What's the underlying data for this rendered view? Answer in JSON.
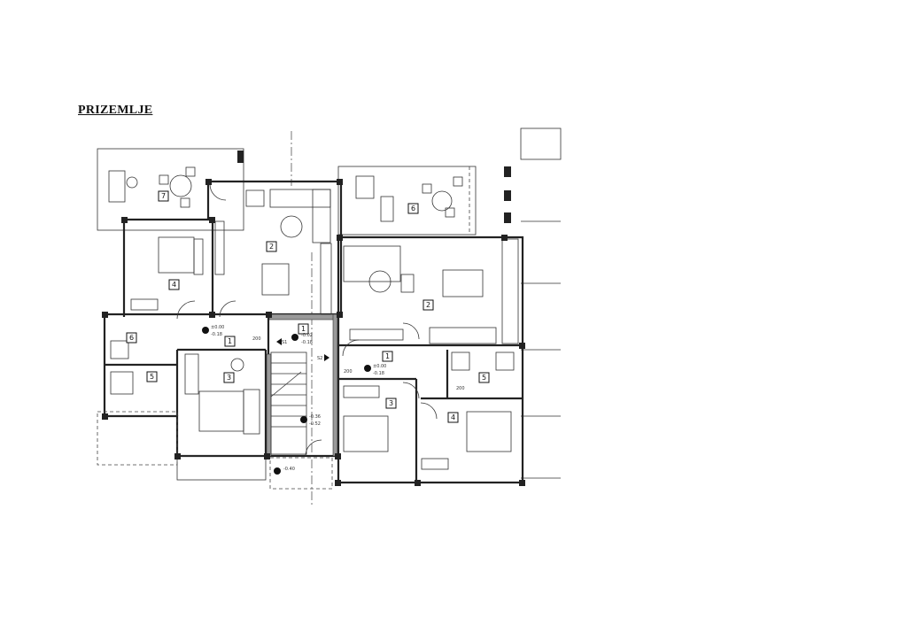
{
  "document": {
    "title": "PRIZEMLJE"
  },
  "plan": {
    "room_labels": [
      {
        "id": "7"
      },
      {
        "id": "2"
      },
      {
        "id": "4"
      },
      {
        "id": "6"
      },
      {
        "id": "2"
      },
      {
        "id": "1"
      },
      {
        "id": "1"
      },
      {
        "id": "1"
      },
      {
        "id": "6"
      },
      {
        "id": "5"
      },
      {
        "id": "3"
      },
      {
        "id": "3"
      },
      {
        "id": "5"
      },
      {
        "id": "4"
      }
    ],
    "levels": [
      {
        "top": "±0.00",
        "bottom": "-0.18"
      },
      {
        "top": "-0.02",
        "bottom": "-0.18"
      },
      {
        "top": "±0.00",
        "bottom": "-0.18"
      },
      {
        "top": "-0.36",
        "bottom": "-0.52"
      },
      {
        "top": "-0.40",
        "bottom": ""
      }
    ],
    "section_marks": [
      "S1",
      "S2"
    ],
    "door_dims": [
      "200",
      "200",
      "200"
    ]
  }
}
